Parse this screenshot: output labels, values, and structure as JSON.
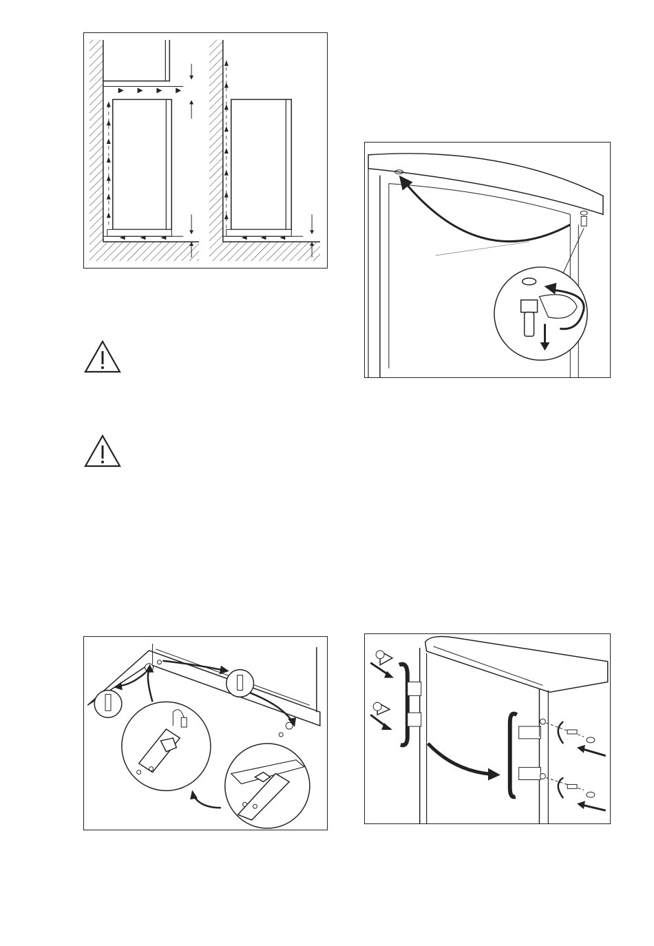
{
  "page": {
    "background": "#ffffff",
    "line_color": "#222222"
  },
  "figures": [
    {
      "id": "ventilation-clearance",
      "icon": "ventilation-airflow-diagram"
    },
    {
      "id": "remove-top-hinge-pin",
      "icon": "hinge-pin-removal-diagram"
    },
    {
      "id": "move-lower-hinge",
      "icon": "lower-hinge-diagram"
    },
    {
      "id": "swap-door-handle",
      "icon": "door-handle-reversal-diagram"
    }
  ],
  "warnings": [
    {
      "icon": "warning-triangle-icon"
    },
    {
      "icon": "warning-triangle-icon"
    }
  ]
}
